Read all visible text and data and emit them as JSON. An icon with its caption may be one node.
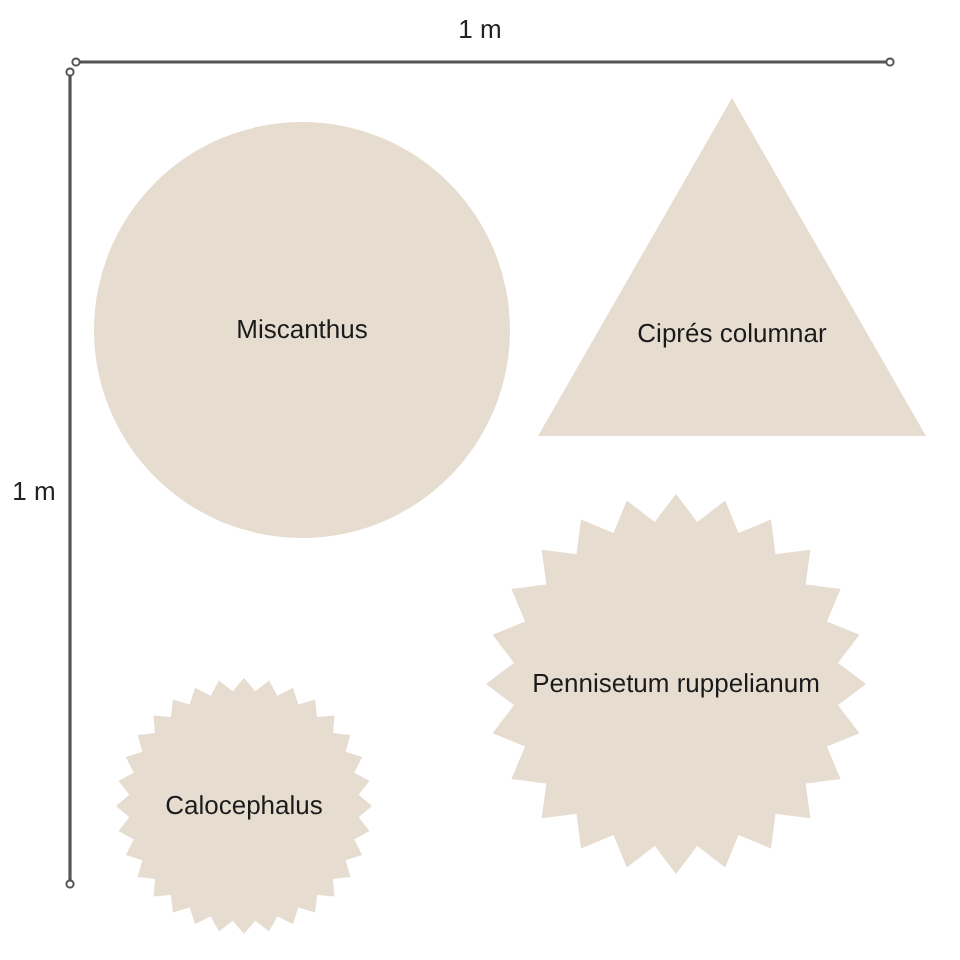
{
  "diagram": {
    "nodes": [
      {
        "text": [
          "Miscanthus"
        ]
      },
      {
        "text": [
          "Ciprés columnar"
        ]
      },
      {
        "text": [
          "Pennisetum ruppelianum"
        ]
      },
      {
        "text": [
          "Calocephalus"
        ]
      }
    ],
    "labels": [
      "1 m",
      "1 m"
    ]
  }
}
